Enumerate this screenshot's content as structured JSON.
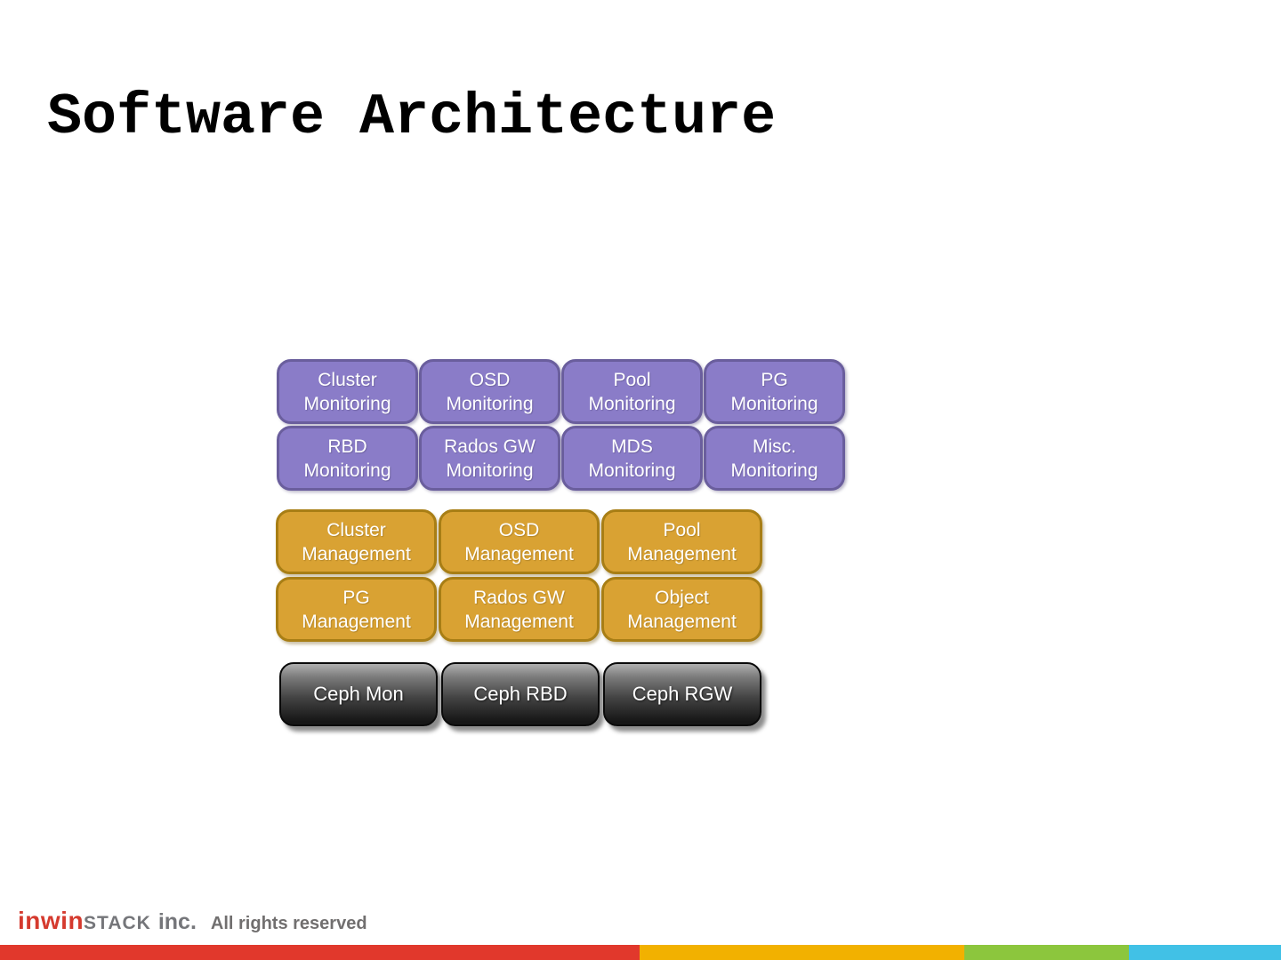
{
  "slide": {
    "title": "Software Architecture"
  },
  "layers": {
    "monitoring": {
      "fill": "#8A7CC8",
      "border": "#6A5E9D",
      "rows": [
        [
          "Cluster\nMonitoring",
          "OSD\nMonitoring",
          "Pool\nMonitoring",
          "PG\nMonitoring"
        ],
        [
          "RBD\nMonitoring",
          "Rados GW\nMonitoring",
          "MDS\nMonitoring",
          "Misc.\nMonitoring"
        ]
      ]
    },
    "management": {
      "fill": "#D9A233",
      "border": "#A87E15",
      "rows": [
        [
          "Cluster\nManagement",
          "OSD\nManagement",
          "Pool\nManagement"
        ],
        [
          "PG\nManagement",
          "Rados GW\nManagement",
          "Object\nManagement"
        ]
      ]
    },
    "ceph": {
      "fill_top": "#B0B0B0",
      "fill_bottom": "#161616",
      "row": [
        "Ceph Mon",
        "Ceph RBD",
        "Ceph RGW"
      ]
    }
  },
  "footer": {
    "logo": {
      "part1": "inwin",
      "part1_color": "#D53A2E",
      "part2": "STACK",
      "part3": "inc.",
      "gray": "#75767A",
      "rights": "All rights reserved",
      "rights_color": "#716F6F"
    },
    "bar": {
      "segments": [
        {
          "name": "red",
          "color": "#E1382C",
          "grow": 719
        },
        {
          "name": "amber",
          "color": "#F2B100",
          "grow": 365
        },
        {
          "name": "green",
          "color": "#8CC63D",
          "grow": 185
        },
        {
          "name": "blue",
          "color": "#41C1E6",
          "grow": 171
        }
      ]
    }
  }
}
